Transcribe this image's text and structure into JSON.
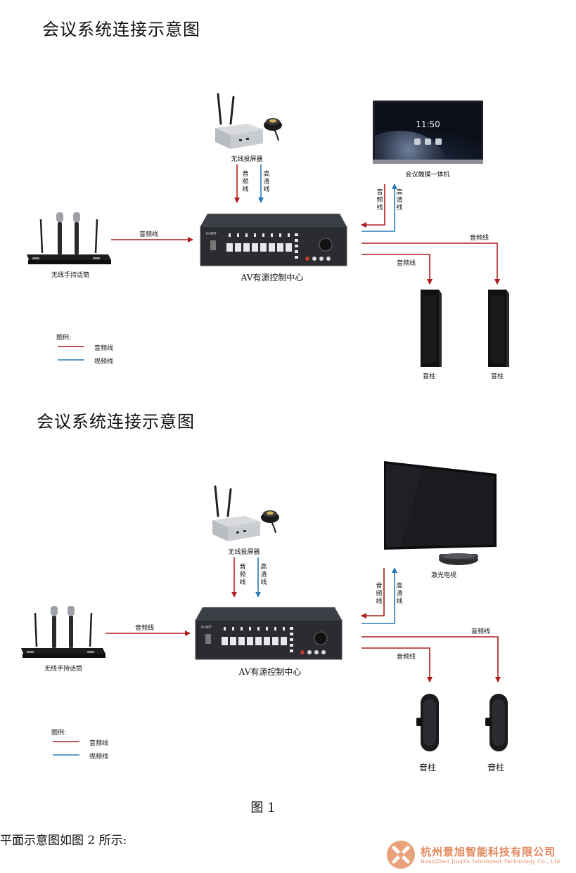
{
  "diagrams": [
    {
      "title": "会议系统连接示意图",
      "devices": {
        "mic": "无线手持话筒",
        "caster": "无线投屏器",
        "display": "会议触摸一体机",
        "controller": "AV有源控制中心",
        "speaker_left": "音柱",
        "speaker_right": "音柱"
      },
      "display_clock": "11:50",
      "wires": {
        "mic_to_controller": "音频线",
        "caster_audio": "音频线",
        "caster_video": "高清线",
        "display_audio": "音频线",
        "display_video": "高清线",
        "to_speaker_right": "音频线",
        "to_speaker_left": "音频线"
      },
      "legend": {
        "title": "图例:",
        "audio": "音频线",
        "video": "视频线"
      }
    },
    {
      "title": "会议系统连接示意图",
      "devices": {
        "mic": "无线手持话筒",
        "caster": "无线投屏器",
        "display": "激光电视",
        "controller": "AV有源控制中心",
        "speaker_left": "音柱",
        "speaker_right": "音柱"
      },
      "wires": {
        "mic_to_controller": "音频线",
        "caster_audio": "音频线",
        "caster_video": "高清线",
        "display_audio": "音频线",
        "display_video": "高清线",
        "to_speaker_right": "音频线",
        "to_speaker_left": "音频线"
      },
      "legend": {
        "title": "图例:",
        "audio": "音频线",
        "video": "视频线"
      }
    }
  ],
  "caption": "图 1",
  "body_text": "平面示意图如图 2 所示:",
  "company": {
    "name_cn": "杭州景旭智能科技有限公司",
    "name_en": "HangZhou JingXu Intelligent Technology Co., Ltd."
  },
  "colors": {
    "audio": "#b01c1c",
    "video": "#2a7ab8"
  }
}
